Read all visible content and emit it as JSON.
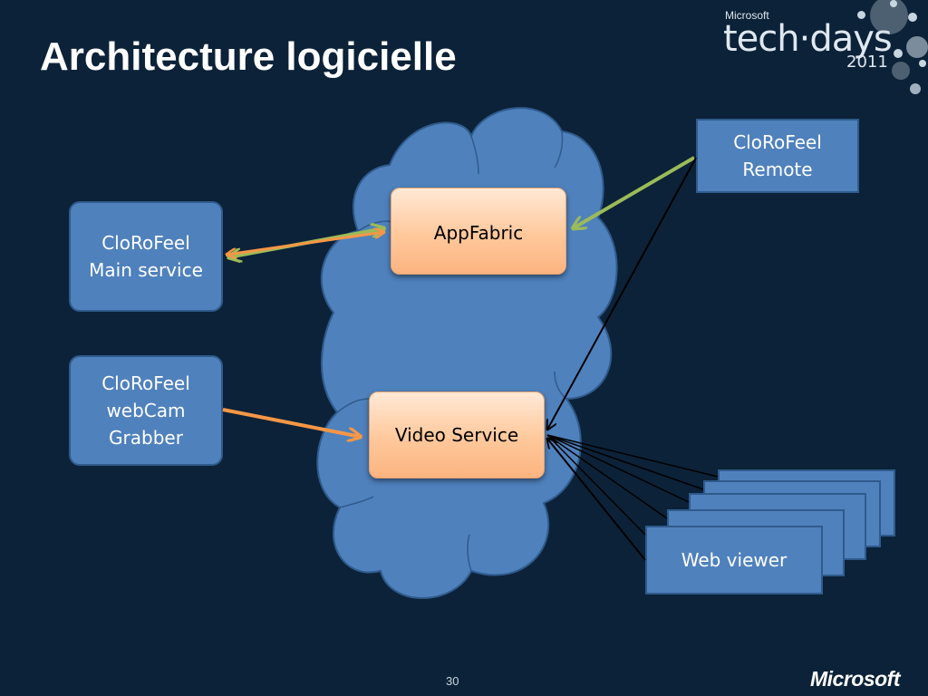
{
  "slide": {
    "title": "Architecture logicielle",
    "page_number": "30"
  },
  "logo": {
    "microsoft_small": "Microsoft",
    "tech_days": "tech·days",
    "year": "2011",
    "footer_brand": "Microsoft"
  },
  "diagram": {
    "nodes": {
      "main_service": [
        "CloRoFeel",
        "Main service"
      ],
      "webcam_grabber": [
        "CloRoFeel",
        "webCam",
        "Grabber"
      ],
      "remote": [
        "CloRoFeel",
        "Remote"
      ],
      "appfabric": "AppFabric",
      "video_service": "Video Service",
      "web_viewer": "Web viewer"
    },
    "colors": {
      "background": "#0c2238",
      "node_blue": "#4f81bd",
      "node_orange": "#fbb480",
      "arrow_green": "#9bbb59",
      "arrow_orange": "#f79646",
      "arrow_black": "#000000"
    }
  }
}
